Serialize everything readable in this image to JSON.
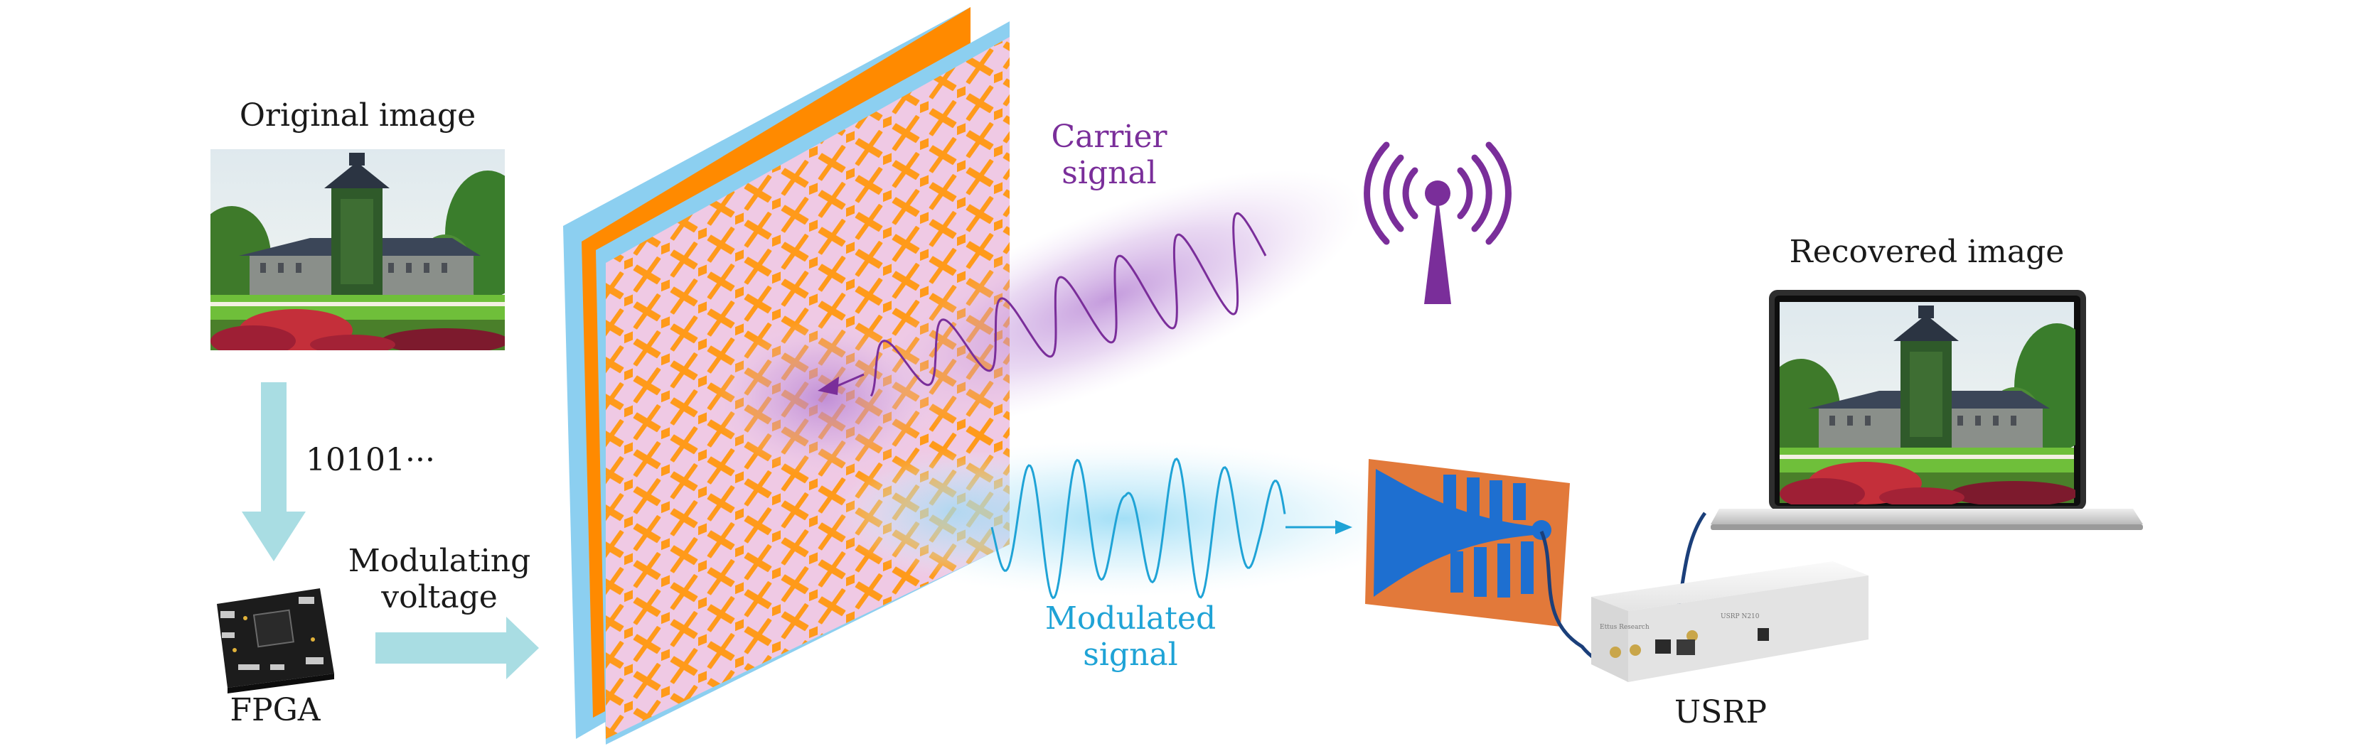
{
  "labels": {
    "original_image": "Original image",
    "bitstream": "10101···",
    "fpga": "FPGA",
    "modulating_voltage_line1": "Modulating",
    "modulating_voltage_line2": "voltage",
    "carrier_line1": "Carrier",
    "carrier_line2": "signal",
    "modulated_line1": "Modulated",
    "modulated_line2": "signal",
    "recovered_image": "Recovered image",
    "usrp": "USRP"
  },
  "device_text": {
    "usrp_brand": "Ettus Research",
    "usrp_model": "USRP N210"
  },
  "colors": {
    "carrier": "#7a2e9a",
    "modulated": "#1fa3d6",
    "arrow": "#a9dde3",
    "metasurface_orange": "#ff8a00",
    "metasurface_blue": "#8ccff0",
    "metasurface_pink": "#efc9e4",
    "antenna": "#7a2e9a"
  },
  "icons": [
    "image-thumbnail",
    "fpga-board-icon",
    "metasurface-icon",
    "antenna-tower-icon",
    "vivaldi-antenna-icon",
    "laptop-icon",
    "usrp-device-icon"
  ]
}
